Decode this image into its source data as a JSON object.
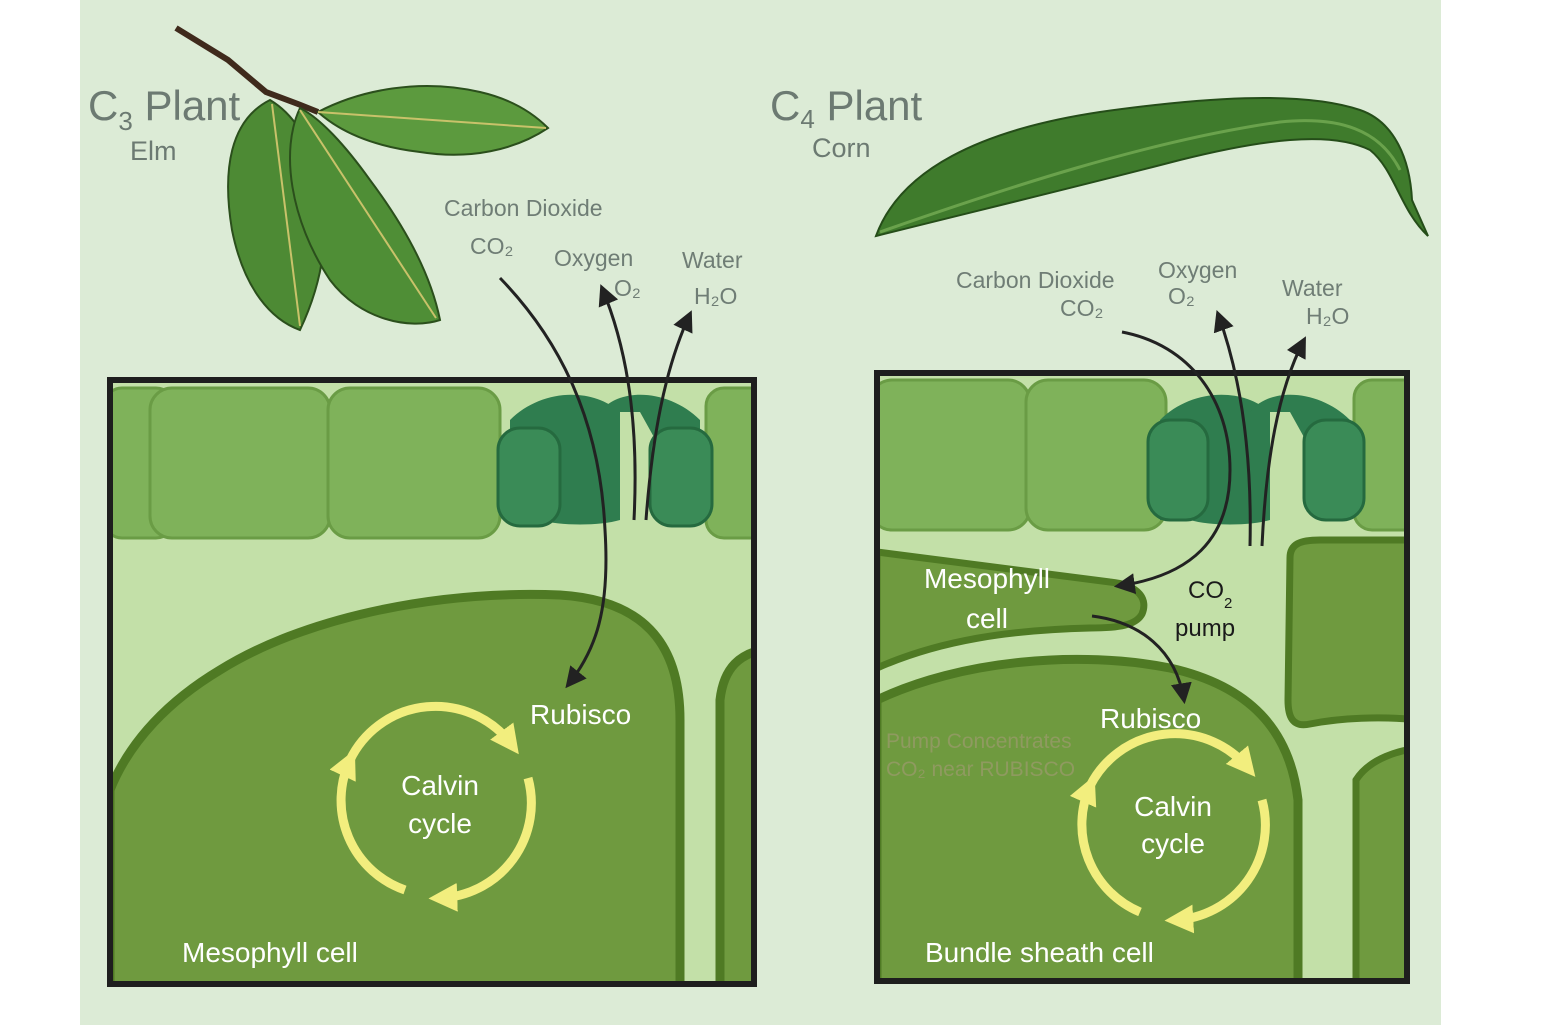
{
  "colors": {
    "background": "#dcebd6",
    "epidermis": "#7fb25a",
    "cell_fill": "#6f9a3f",
    "cell_border": "#4f7a24",
    "stomata": "#2f7d4f",
    "cycle_arrow": "#f2ee7e",
    "leaf": "#3f7b2c"
  },
  "c3": {
    "title_prefix": "C",
    "title_sub": "3",
    "title_suffix": " Plant",
    "subtitle": "Elm",
    "co2_name": "Carbon Dioxide",
    "co2_formula": "CO₂",
    "o2_name": "Oxygen",
    "o2_formula": "O₂",
    "water_name": "Water",
    "water_formula": "H₂O",
    "rubisco": "Rubisco",
    "calvin_line1": "Calvin",
    "calvin_line2": "cycle",
    "cell_label": "Mesophyll cell"
  },
  "c4": {
    "title_prefix": "C",
    "title_sub": "4",
    "title_suffix": " Plant",
    "subtitle": "Corn",
    "co2_name": "Carbon Dioxide",
    "co2_formula": "CO₂",
    "o2_name": "Oxygen",
    "o2_formula": "O₂",
    "water_name": "Water",
    "water_formula": "H₂O",
    "mesophyll_line1": "Mesophyll",
    "mesophyll_line2": "cell",
    "pump_co": "CO",
    "pump_sub": "2",
    "pump_word": "pump",
    "rubisco": "Rubisco",
    "note_line1": "Pump Concentrates",
    "note_line2": "CO₂ near RUBISCO",
    "calvin_line1": "Calvin",
    "calvin_line2": "cycle",
    "cell_label": "Bundle sheath cell"
  }
}
